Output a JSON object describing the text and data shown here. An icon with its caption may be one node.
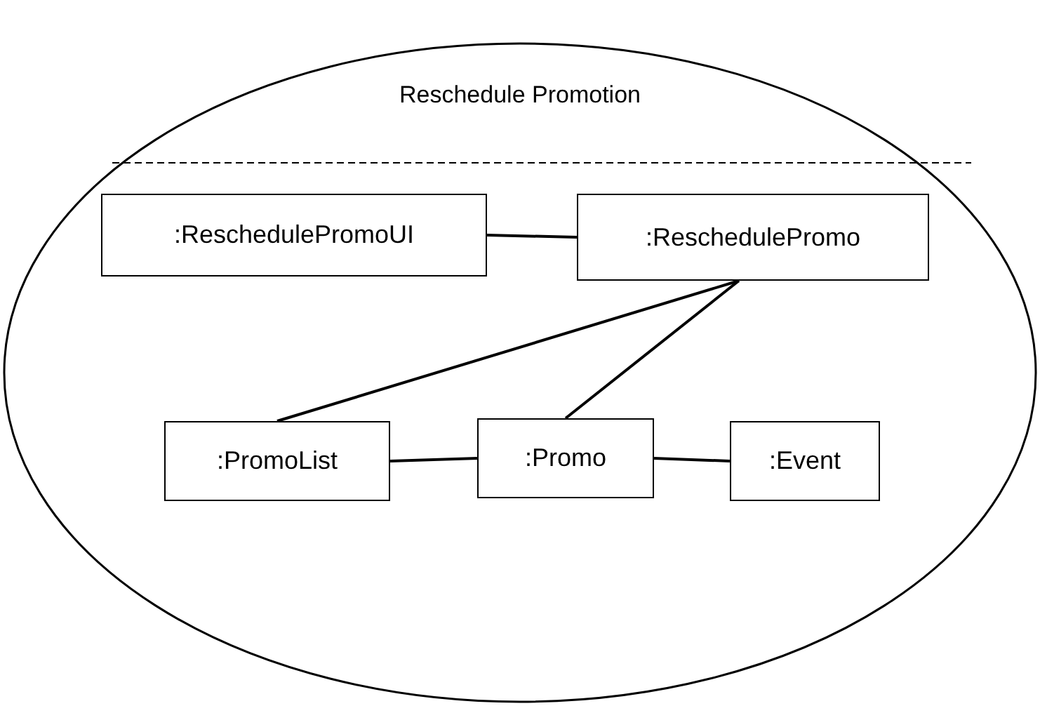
{
  "diagram": {
    "nodes": [
      {
        "text": [
          "Reschedule Promotion"
        ]
      },
      {
        "text": [
          ":ReschedulePromoUI"
        ],
        "in": 0
      },
      {
        "text": [
          ":ReschedulePromo"
        ],
        "in": 0
      },
      {
        "text": [
          ":PromoList"
        ],
        "in": 0
      },
      {
        "text": [
          ":Promo"
        ],
        "in": 0
      },
      {
        "text": [
          ":Event"
        ],
        "in": 0
      }
    ],
    "edges": [
      {
        "from": 1,
        "to": 2,
        "arrow": "none"
      },
      {
        "from": 2,
        "to": 3,
        "arrow": "none"
      },
      {
        "from": 2,
        "to": 4,
        "arrow": "none"
      },
      {
        "from": 3,
        "to": 4,
        "arrow": "none"
      },
      {
        "from": 4,
        "to": 5,
        "arrow": "none"
      }
    ]
  }
}
